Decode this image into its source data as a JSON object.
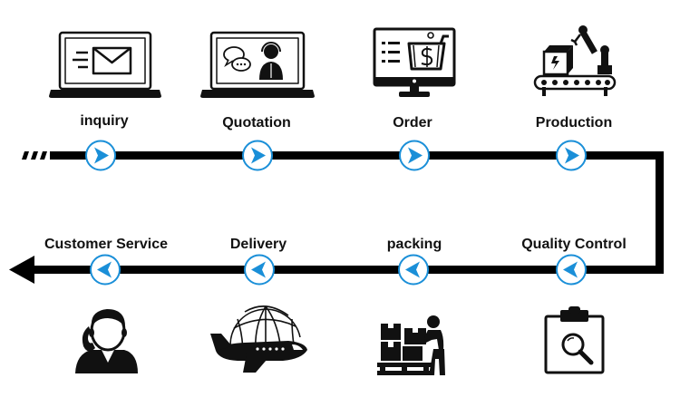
{
  "colors": {
    "line": "#000000",
    "accent": "#1a8fd8",
    "icon": "#111111",
    "background": "#ffffff"
  },
  "top_steps": [
    {
      "label": "inquiry",
      "icon": "laptop-envelope-icon"
    },
    {
      "label": "Quotation",
      "icon": "laptop-support-agent-icon"
    },
    {
      "label": "Order",
      "icon": "monitor-shopping-cart-icon"
    },
    {
      "label": "Production",
      "icon": "factory-robot-arm-icon"
    }
  ],
  "bottom_steps": [
    {
      "label": "Customer Service",
      "icon": "customer-service-phone-icon"
    },
    {
      "label": "Delivery",
      "icon": "airplane-globe-icon"
    },
    {
      "label": "packing",
      "icon": "worker-packing-boxes-icon"
    },
    {
      "label": "Quality Control",
      "icon": "clipboard-magnifier-icon"
    }
  ]
}
